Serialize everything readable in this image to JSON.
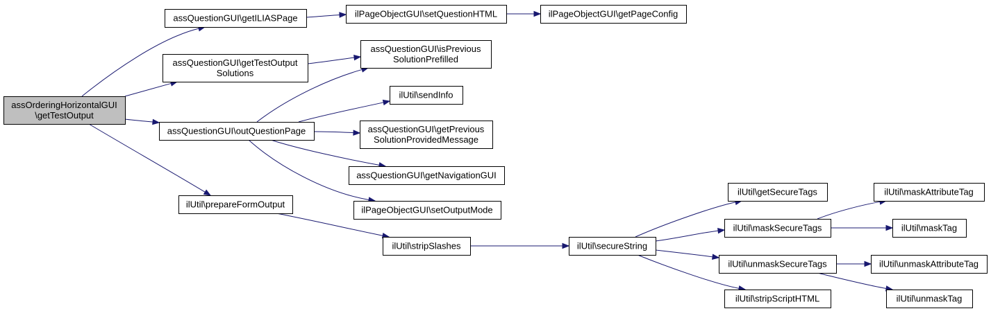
{
  "colors": {
    "edge": "#191970",
    "root_fill": "#bfbfbf",
    "node_fill": "#ffffff",
    "border": "#000000"
  },
  "nodes": [
    {
      "id": "root",
      "lines": [
        "assOrderingHorizontalGUI",
        "\\getTestOutput"
      ],
      "highlight": true
    },
    {
      "id": "getILIASPage",
      "lines": [
        "assQuestionGUI\\getILIASPage"
      ]
    },
    {
      "id": "setQuestionHTML",
      "lines": [
        "ilPageObjectGUI\\setQuestionHTML"
      ]
    },
    {
      "id": "getPageConfig",
      "lines": [
        "ilPageObjectGUI\\getPageConfig"
      ]
    },
    {
      "id": "getTestOutputSolutions",
      "lines": [
        "assQuestionGUI\\getTestOutput",
        "Solutions"
      ]
    },
    {
      "id": "isPreviousSolutionPrefilled",
      "lines": [
        "assQuestionGUI\\isPrevious",
        "SolutionPrefilled"
      ]
    },
    {
      "id": "outQuestionPage",
      "lines": [
        "assQuestionGUI\\outQuestionPage"
      ]
    },
    {
      "id": "sendInfo",
      "lines": [
        "ilUtil\\sendInfo"
      ]
    },
    {
      "id": "getPreviousSolutionProvidedMessage",
      "lines": [
        "assQuestionGUI\\getPrevious",
        "SolutionProvidedMessage"
      ]
    },
    {
      "id": "getNavigationGUI",
      "lines": [
        "assQuestionGUI\\getNavigationGUI"
      ]
    },
    {
      "id": "setOutputMode",
      "lines": [
        "ilPageObjectGUI\\setOutputMode"
      ]
    },
    {
      "id": "prepareFormOutput",
      "lines": [
        "ilUtil\\prepareFormOutput"
      ]
    },
    {
      "id": "stripSlashes",
      "lines": [
        "ilUtil\\stripSlashes"
      ]
    },
    {
      "id": "secureString",
      "lines": [
        "ilUtil\\secureString"
      ]
    },
    {
      "id": "getSecureTags",
      "lines": [
        "ilUtil\\getSecureTags"
      ]
    },
    {
      "id": "maskSecureTags",
      "lines": [
        "ilUtil\\maskSecureTags"
      ]
    },
    {
      "id": "unmaskSecureTags",
      "lines": [
        "ilUtil\\unmaskSecureTags"
      ]
    },
    {
      "id": "stripScriptHTML",
      "lines": [
        "ilUtil\\stripScriptHTML"
      ]
    },
    {
      "id": "maskAttributeTag",
      "lines": [
        "ilUtil\\maskAttributeTag"
      ]
    },
    {
      "id": "maskTag",
      "lines": [
        "ilUtil\\maskTag"
      ]
    },
    {
      "id": "unmaskAttributeTag",
      "lines": [
        "ilUtil\\unmaskAttributeTag"
      ]
    },
    {
      "id": "unmaskTag",
      "lines": [
        "ilUtil\\unmaskTag"
      ]
    }
  ],
  "edges": [
    {
      "from": "root",
      "to": "getILIASPage"
    },
    {
      "from": "root",
      "to": "getTestOutputSolutions"
    },
    {
      "from": "root",
      "to": "outQuestionPage"
    },
    {
      "from": "root",
      "to": "prepareFormOutput"
    },
    {
      "from": "getILIASPage",
      "to": "setQuestionHTML"
    },
    {
      "from": "setQuestionHTML",
      "to": "getPageConfig"
    },
    {
      "from": "getTestOutputSolutions",
      "to": "isPreviousSolutionPrefilled"
    },
    {
      "from": "outQuestionPage",
      "to": "isPreviousSolutionPrefilled"
    },
    {
      "from": "outQuestionPage",
      "to": "sendInfo"
    },
    {
      "from": "outQuestionPage",
      "to": "getPreviousSolutionProvidedMessage"
    },
    {
      "from": "outQuestionPage",
      "to": "getNavigationGUI"
    },
    {
      "from": "outQuestionPage",
      "to": "setOutputMode"
    },
    {
      "from": "prepareFormOutput",
      "to": "stripSlashes"
    },
    {
      "from": "stripSlashes",
      "to": "secureString"
    },
    {
      "from": "secureString",
      "to": "getSecureTags"
    },
    {
      "from": "secureString",
      "to": "maskSecureTags"
    },
    {
      "from": "secureString",
      "to": "unmaskSecureTags"
    },
    {
      "from": "secureString",
      "to": "stripScriptHTML"
    },
    {
      "from": "maskSecureTags",
      "to": "maskAttributeTag"
    },
    {
      "from": "maskSecureTags",
      "to": "maskTag"
    },
    {
      "from": "unmaskSecureTags",
      "to": "unmaskAttributeTag"
    },
    {
      "from": "unmaskSecureTags",
      "to": "unmaskTag"
    }
  ]
}
